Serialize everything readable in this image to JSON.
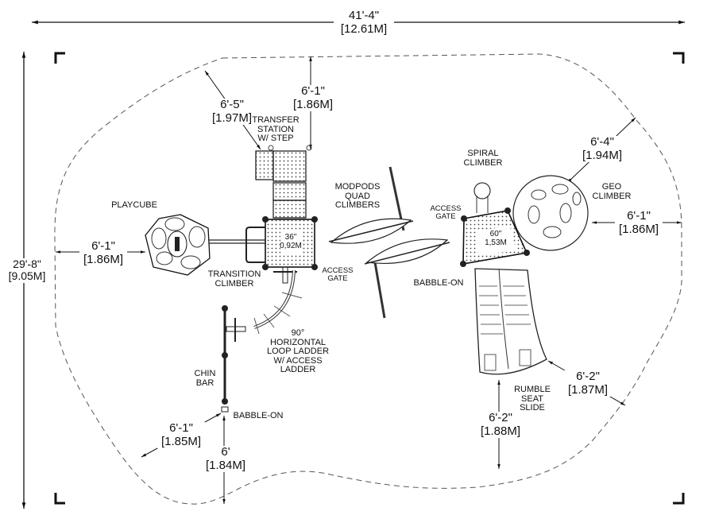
{
  "drawing": {
    "overall": {
      "width": {
        "imperial": "41'-4\"",
        "metric": "[12.61M]"
      },
      "height": {
        "imperial": "29'-8\"",
        "metric": "[9.05M]"
      }
    },
    "clearances": [
      {
        "id": "top-left-diag",
        "imperial": "6'-5\"",
        "metric": "[1.97M]"
      },
      {
        "id": "top",
        "imperial": "6'-1\"",
        "metric": "[1.86M]"
      },
      {
        "id": "left",
        "imperial": "6'-1\"",
        "metric": "[1.86M]"
      },
      {
        "id": "top-right-diag",
        "imperial": "6'-4\"",
        "metric": "[1.94M]"
      },
      {
        "id": "right",
        "imperial": "6'-1\"",
        "metric": "[1.86M]"
      },
      {
        "id": "bottom-right-diag",
        "imperial": "6'-2\"",
        "metric": "[1.87M]"
      },
      {
        "id": "bottom-slide",
        "imperial": "6'-2\"",
        "metric": "[1.88M]"
      },
      {
        "id": "bottom-left-diag",
        "imperial": "6'-1\"",
        "metric": "[1.85M]"
      },
      {
        "id": "bottom-left",
        "imperial": "6'",
        "metric": "[1.84M]"
      }
    ],
    "components": {
      "transfer_station": "TRANSFER\nSTATION\nW/ STEP",
      "playcube": "PLAYCUBE",
      "transition_climber": "TRANSITION\nCLIMBER",
      "access_gate_left": "ACCESS\nGATE",
      "modpods": "MODPODS\nQUAD\nCLIMBERS",
      "spiral_climber": "SPIRAL\nCLIMBER",
      "access_gate_right": "ACCESS\nGATE",
      "geo_climber": "GEO\nCLIMBER",
      "babble_on_right": "BABBLE-ON",
      "loop_ladder": "90°\nHORIZONTAL\nLOOP LADDER\nW/ ACCESS\nLADDER",
      "chin_bar": "CHIN\nBAR",
      "babble_on_left": "BABBLE-ON",
      "rumble_seat_slide": "RUMBLE\nSEAT\nSLIDE"
    },
    "decks": [
      {
        "id": "deck-36",
        "height_imperial": "36\"",
        "height_metric": "0,92M"
      },
      {
        "id": "deck-60",
        "height_imperial": "60\"",
        "height_metric": "1,53M"
      }
    ]
  }
}
